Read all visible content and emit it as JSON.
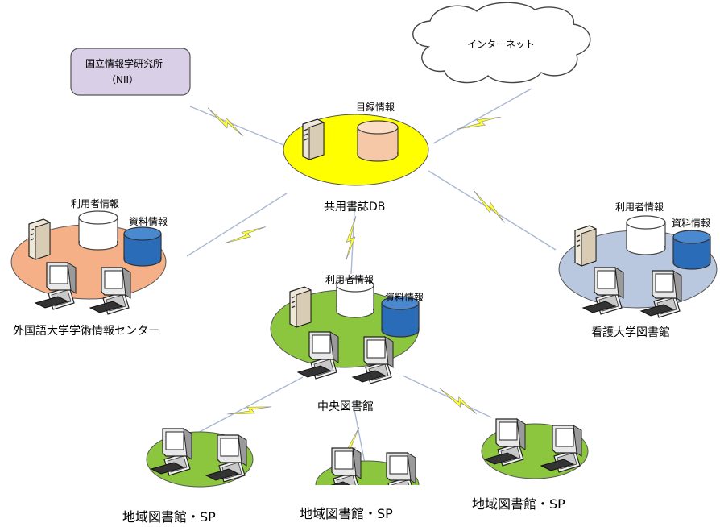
{
  "nii": {
    "line1": "国立情報学研究所",
    "line2": "（NII）"
  },
  "internet": {
    "label": "インターネット"
  },
  "shared_db": {
    "label": "共用書誌DB",
    "db_label": "目録情報",
    "disk_color": "#f6c8a8",
    "ring_color": "#ffff00"
  },
  "foreign_univ": {
    "label": "外国語大学学術情報センター",
    "user_db": "利用者情報",
    "material_db": "資料情報",
    "ring_color": "#f6b088"
  },
  "nursing_univ": {
    "label": "看護大学図書館",
    "user_db": "利用者情報",
    "material_db": "資料情報",
    "ring_color": "#b9c8de"
  },
  "central": {
    "label": "中央図書館",
    "user_db": "利用者情報",
    "material_db": "資料情報",
    "ring_color": "#8cc63e"
  },
  "regional": [
    {
      "label": "地域図書館・SP"
    },
    {
      "label": "地域図書館・SP"
    },
    {
      "label": "地域図書館・SP"
    }
  ]
}
